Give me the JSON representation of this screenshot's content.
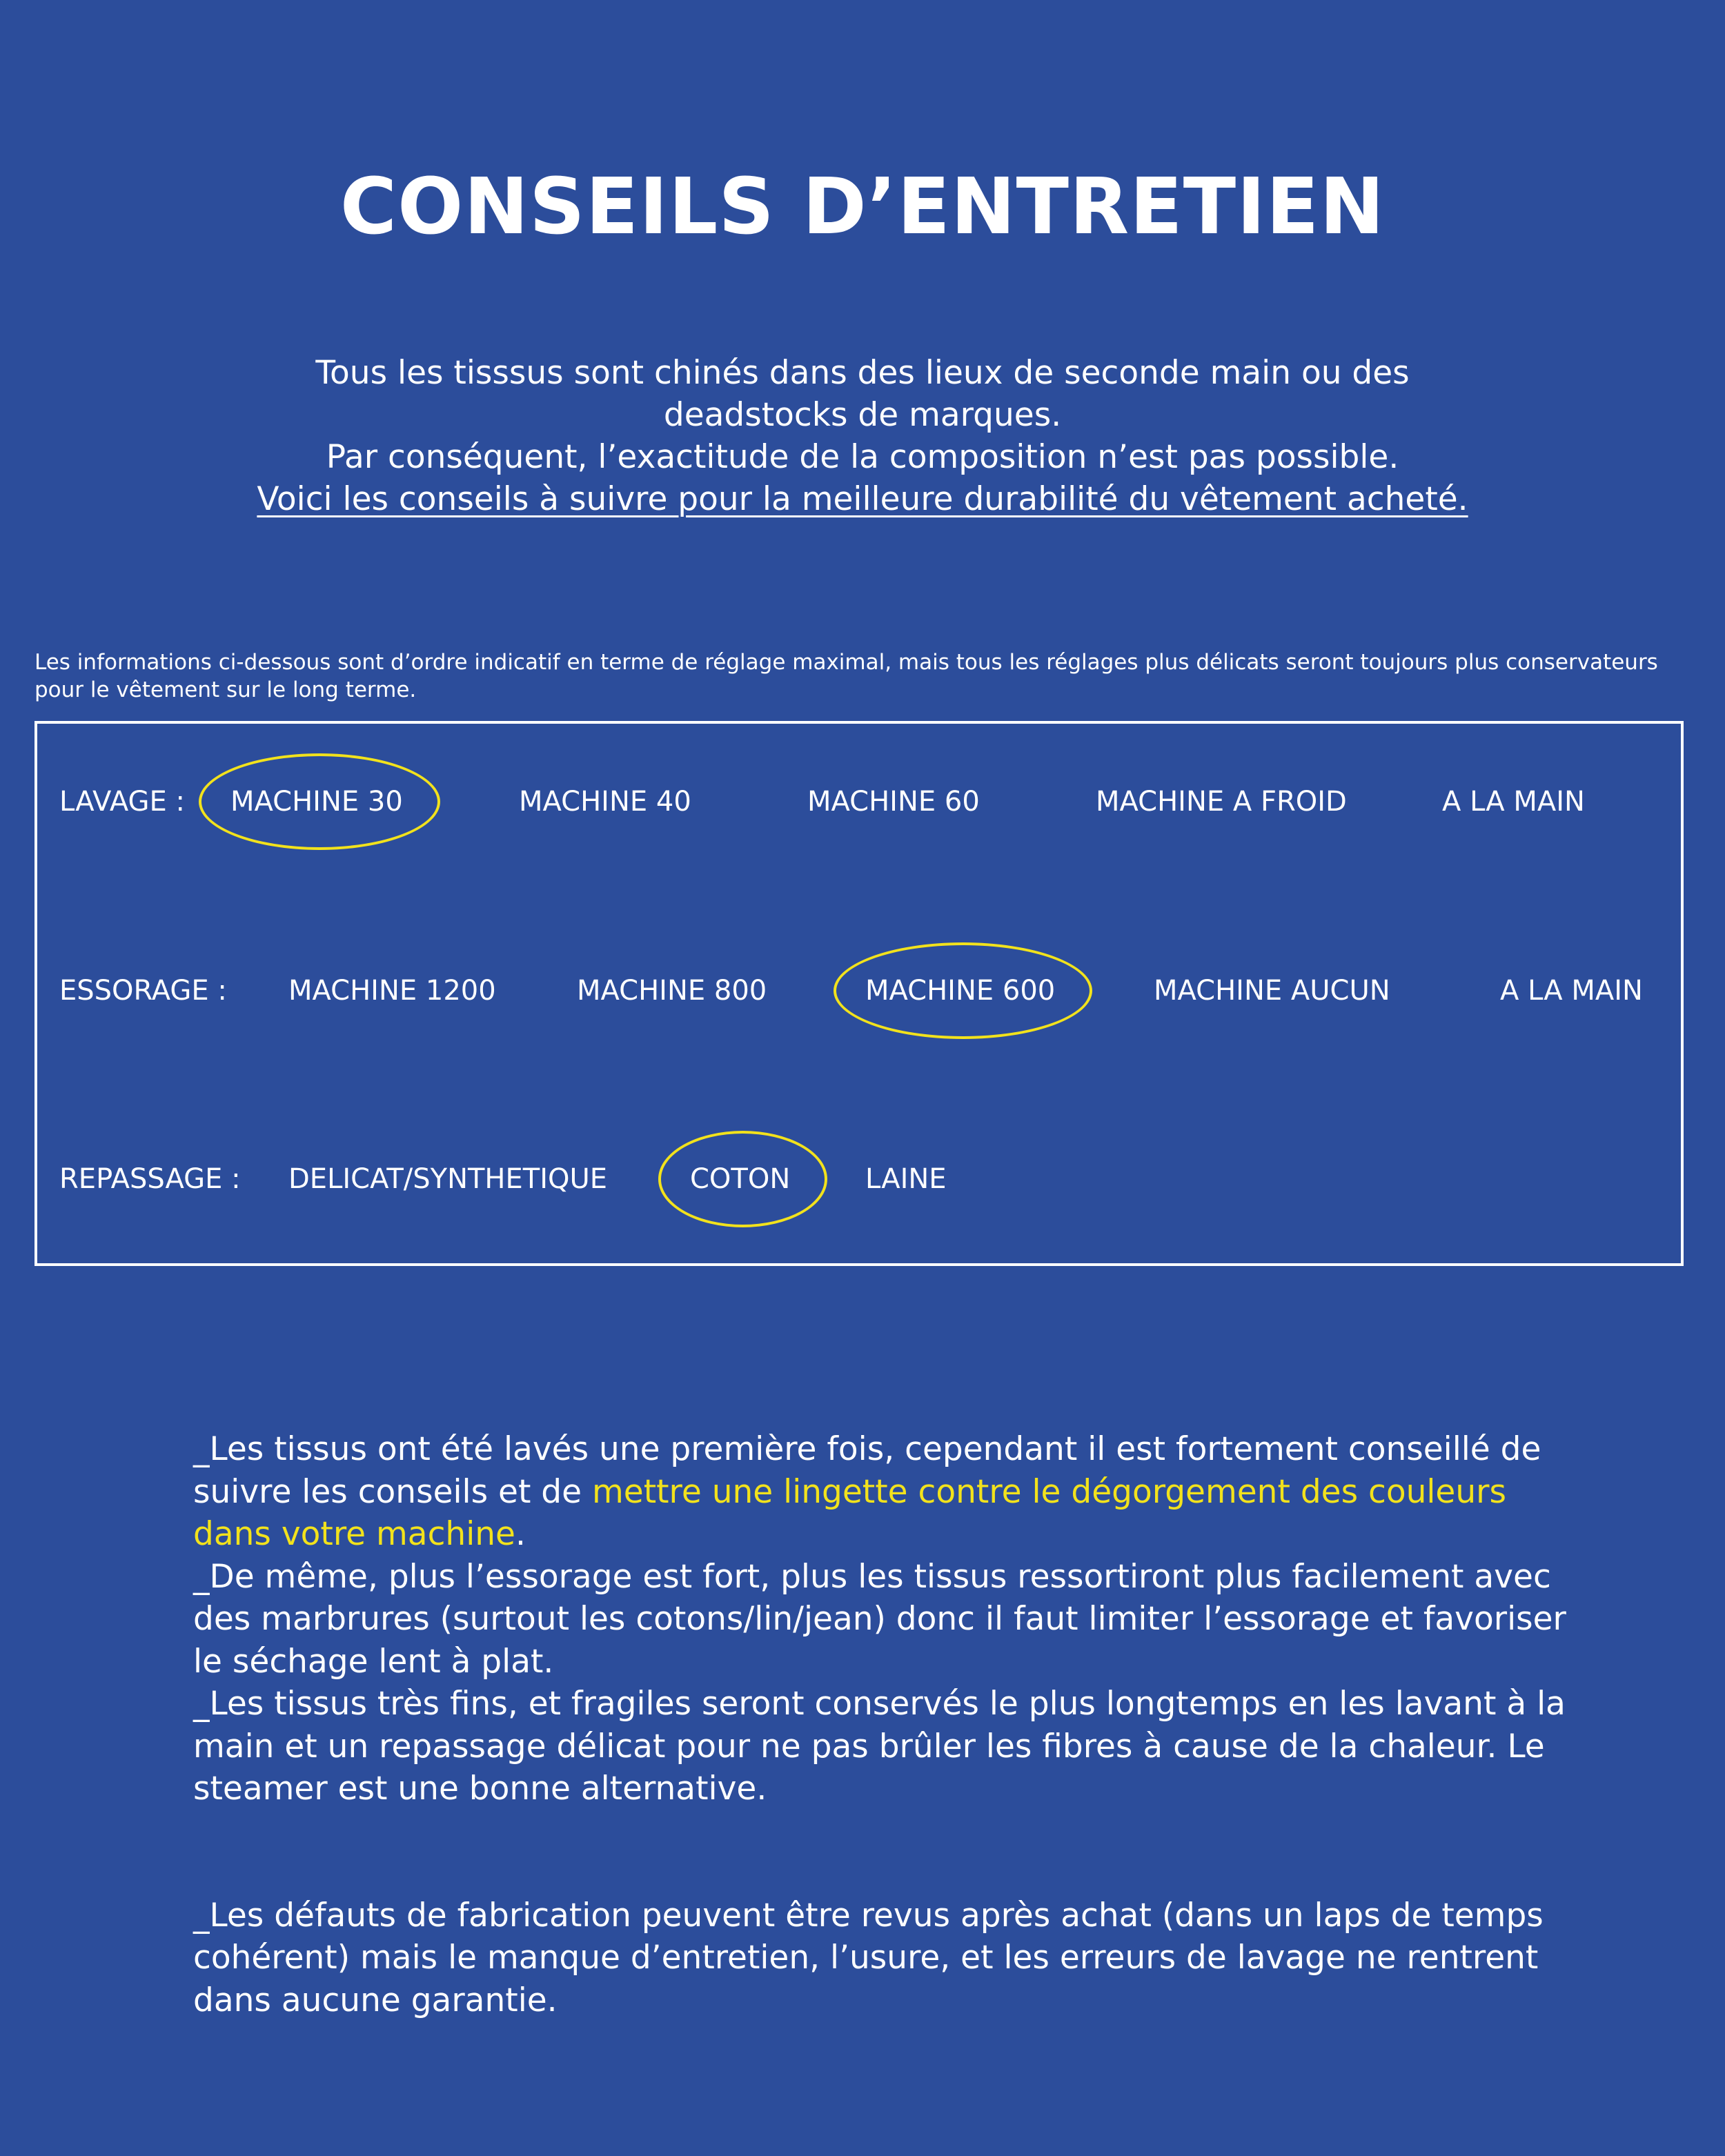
{
  "title": "CONSEILS D’ENTRETIEN",
  "intro": {
    "line1": "Tous les tisssus sont chinés dans des lieux de seconde main ou des",
    "line2": "deadstocks de marques.",
    "line3": "Par conséquent, l’exactitude de la composition n’est pas possible.",
    "line4": "Voici les conseils à suivre pour la meilleure durabilité du vêtement acheté."
  },
  "note": "Les informations ci-dessous sont d’ordre indicatif en terme de réglage maximal, mais tous les réglages plus délicats seront toujours plus conservateurs pour le vêtement sur le long terme.",
  "care": {
    "lavage": {
      "label": "LAVAGE :",
      "options": [
        "MACHINE 30",
        "MACHINE 40",
        "MACHINE 60",
        "MACHINE A FROID",
        "A LA MAIN"
      ],
      "selected": "MACHINE 30"
    },
    "essorage": {
      "label": "ESSORAGE :",
      "options": [
        "MACHINE 1200",
        "MACHINE 800",
        "MACHINE 600",
        "MACHINE AUCUN",
        "A LA MAIN"
      ],
      "selected": "MACHINE 600"
    },
    "repassage": {
      "label": "REPASSAGE :",
      "options": [
        "DELICAT/SYNTHETIQUE",
        "COTON",
        "LAINE"
      ],
      "selected": "COTON"
    }
  },
  "advice": {
    "p1_part1": "_Les tissus ont été lavés une première fois, cependant il est fortement conseillé de suivre les conseils et de ",
    "p1_highlight": "mettre une lingette contre le dégorgement des couleurs dans votre machine",
    "p1_part2": ".",
    "p2": "_De même, plus l’essorage est fort, plus les tissus ressortiront plus facilement avec des marbrures (surtout les cotons/lin/jean) donc il faut limiter l’essorage et favoriser le séchage lent à plat.",
    "p3": "_Les tissus très fins, et fragiles seront conservés le plus longtemps en les lavant à la main et un repassage délicat pour ne pas brûler les fibres à cause de la chaleur. Le steamer est une bonne alternative.",
    "p4": "_Les défauts de fabrication peuvent être revus après achat (dans un laps de temps cohérent) mais le manque d’entretien, l’usure, et les erreurs de lavage ne rentrent dans aucune garantie."
  },
  "colors": {
    "background": "#2c4d9b",
    "text": "#ffffff",
    "highlight": "#f2e21c"
  }
}
